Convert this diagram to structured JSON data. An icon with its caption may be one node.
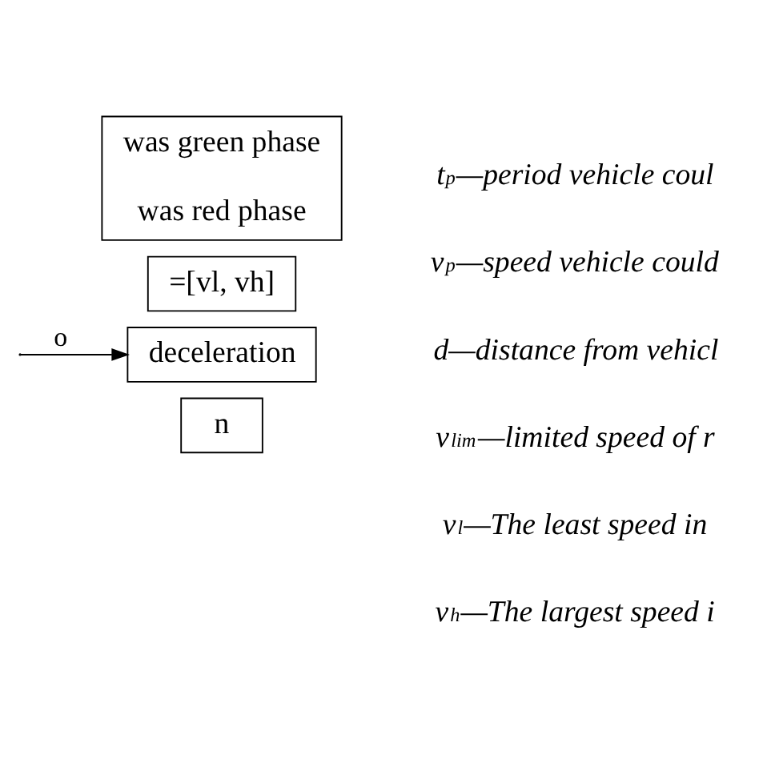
{
  "diagram": {
    "nodes": [
      {
        "text": [
          "was green phase",
          "was red phase"
        ]
      },
      {
        "text": [
          "=[vl, vh]"
        ]
      },
      {
        "text": [
          "deceleration"
        ]
      },
      {
        "text": [
          "n"
        ]
      }
    ],
    "edges": [
      {
        "from": null,
        "to": 2,
        "arrow": "to",
        "label": "o"
      }
    ],
    "labels": [
      "t$_{p}$—period vehicle coul",
      "v$_{p}$—speed vehicle could",
      "d—distance from vehicl",
      "v$_{lim}$—limited speed of r",
      "v$_{l}$—The least speed in",
      "v$_{h}$—The largest speed i"
    ]
  }
}
